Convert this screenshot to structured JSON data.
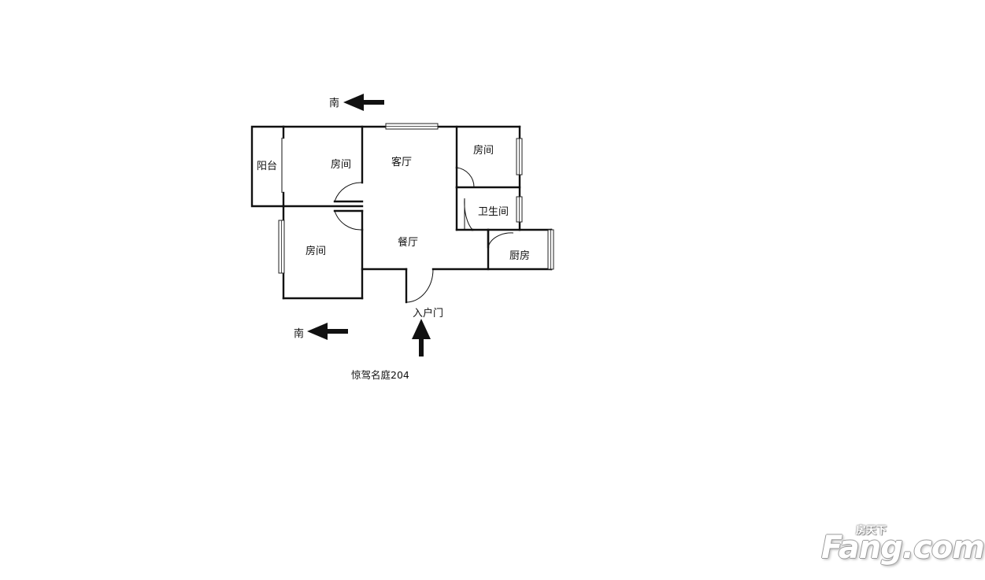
{
  "compass": {
    "top_label": "南",
    "bottom_label": "南"
  },
  "rooms": {
    "balcony": "阳台",
    "bedroom_west": "房间",
    "living_room": "客厅",
    "bedroom_northeast": "房间",
    "bathroom": "卫生间",
    "bedroom_southwest": "房间",
    "dining_room": "餐厅",
    "kitchen": "厨房"
  },
  "entrance": {
    "label": "入户门"
  },
  "caption": "惊驾名庭204",
  "watermark": {
    "chinese": "房天下",
    "english": "Fang.com"
  }
}
